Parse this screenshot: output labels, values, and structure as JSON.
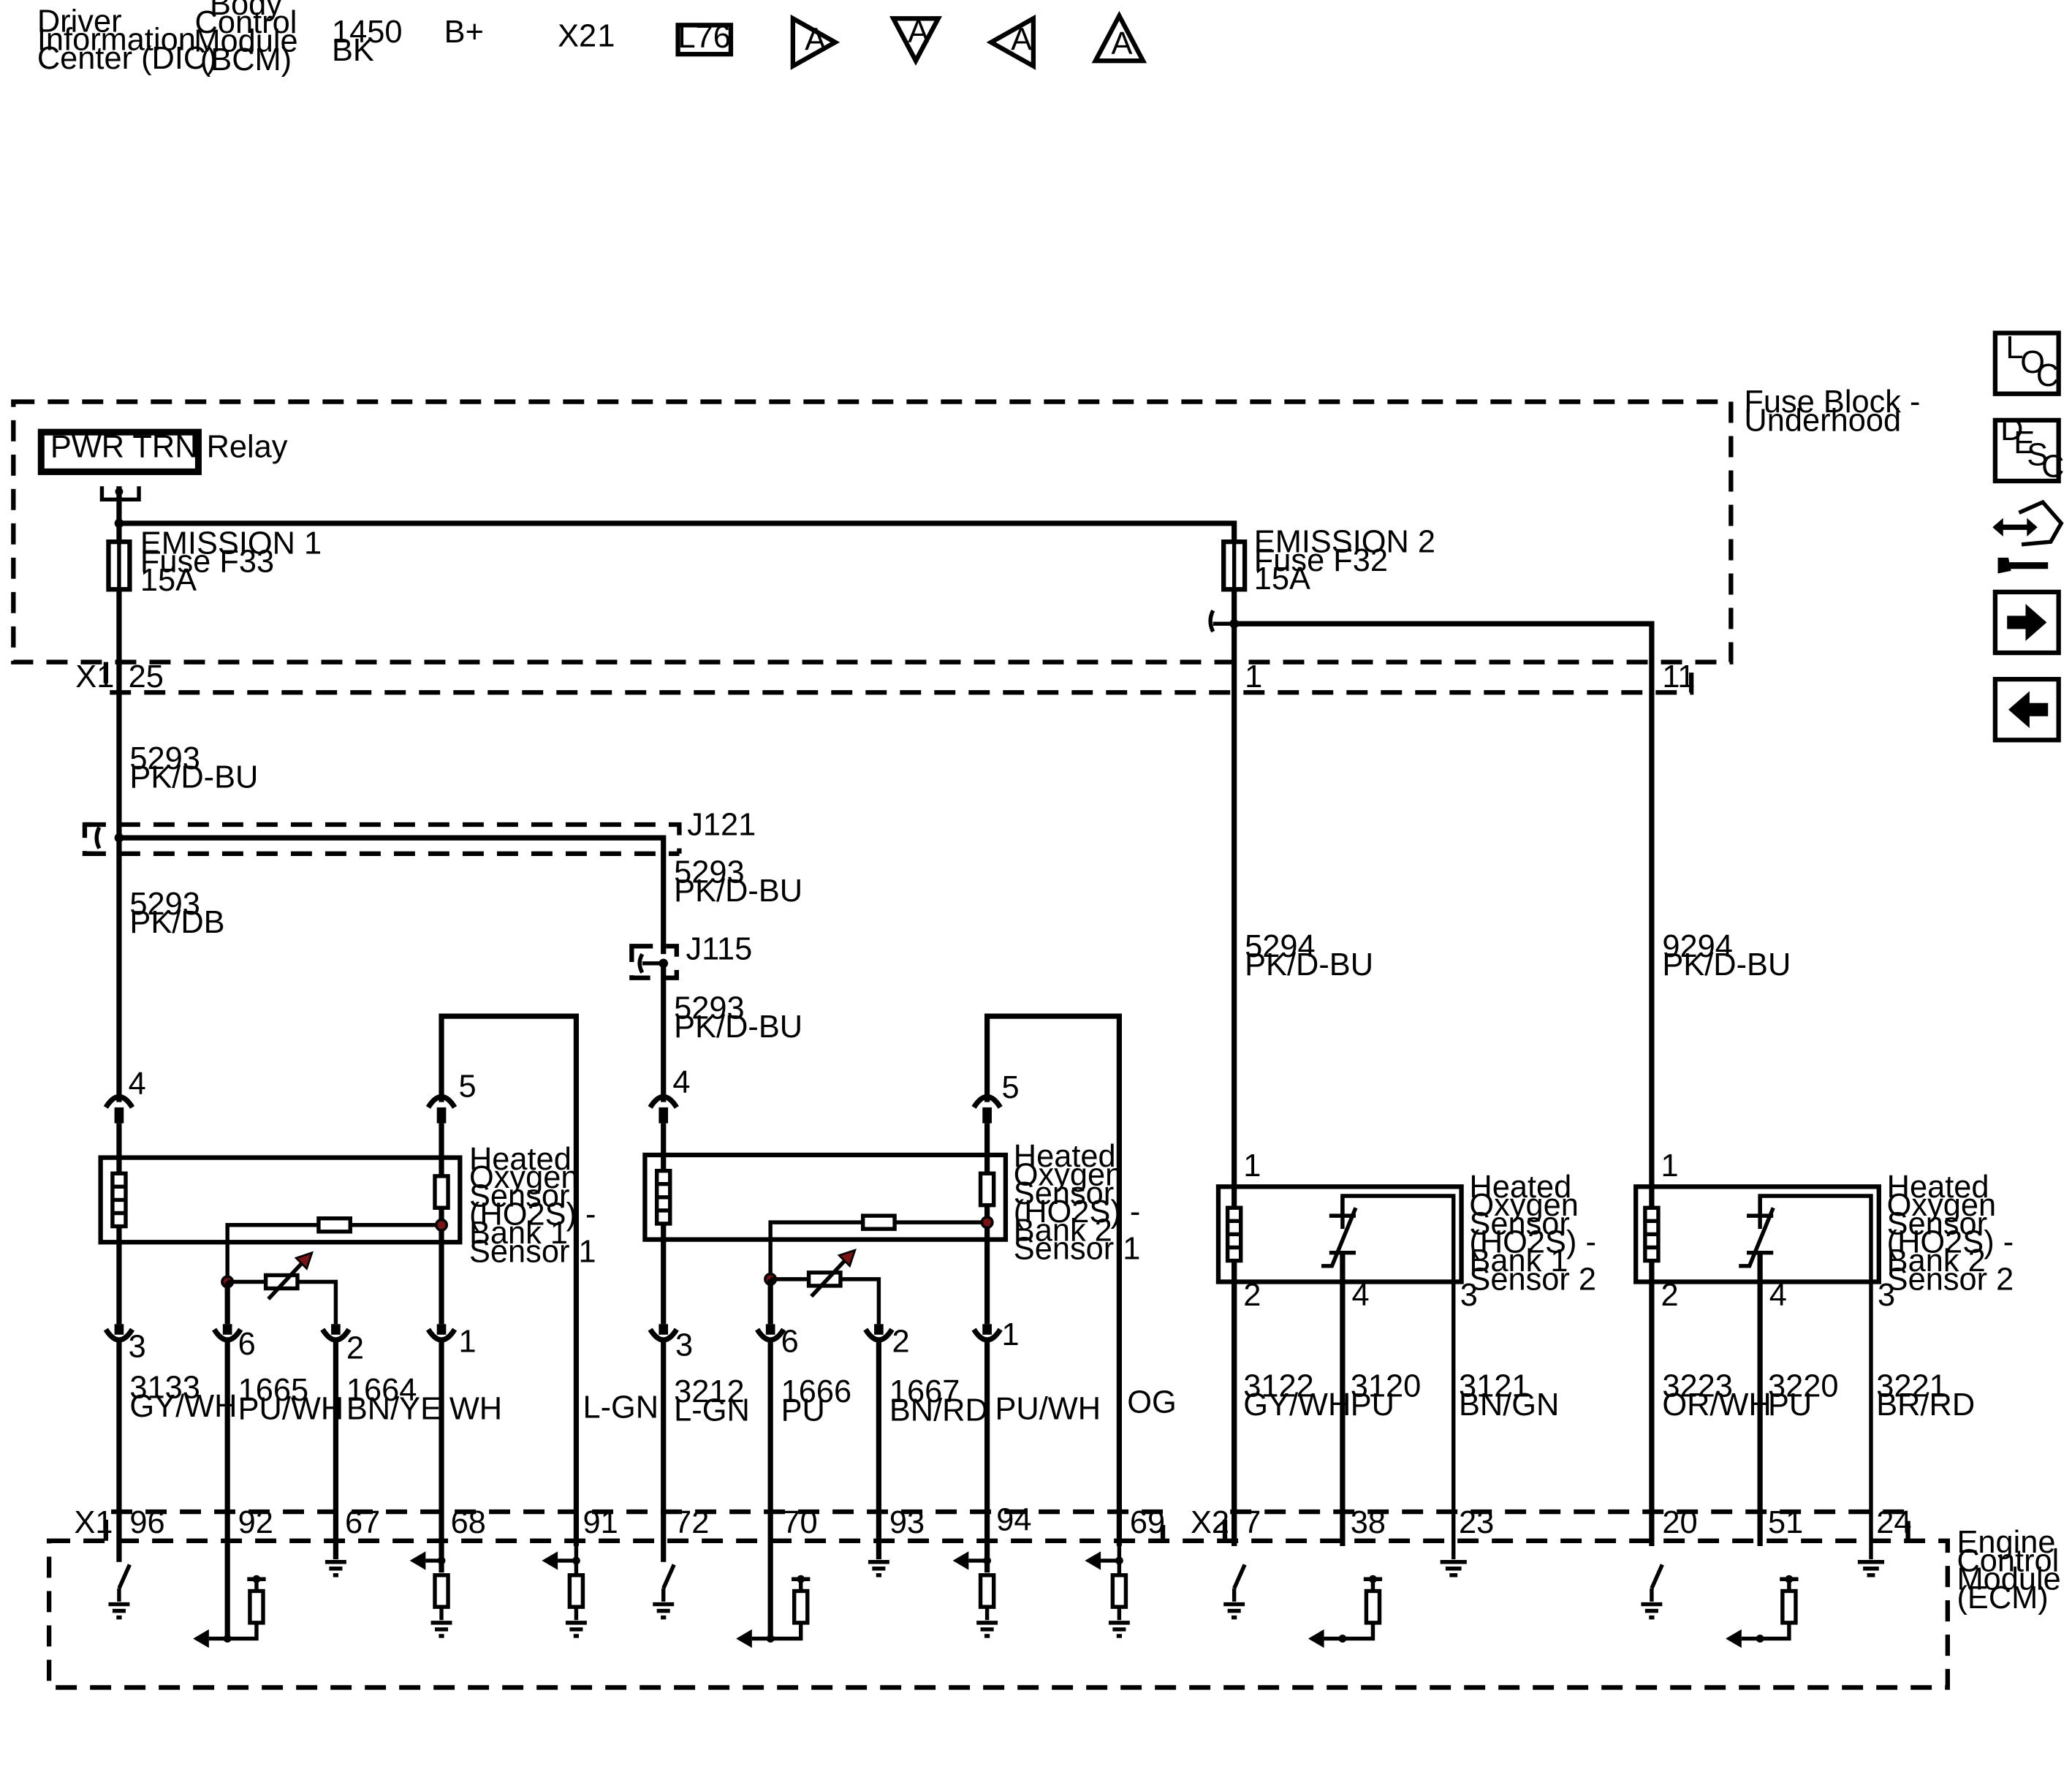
{
  "legend": {
    "dic": [
      "Driver",
      "Information",
      "Center (DIC)"
    ],
    "bcm": [
      "Body",
      "Control",
      "Module",
      "(BCM)"
    ],
    "circuit": [
      "1450",
      "BK"
    ],
    "bplus": "B+",
    "connector_pin": [
      "X2",
      "1"
    ],
    "option_code": "L76",
    "arrow_symbol_letter": "A"
  },
  "nav_buttons": {
    "loc": [
      "L",
      "O",
      "C"
    ],
    "desc": [
      "D",
      "E",
      "S",
      "C"
    ],
    "items": [
      "location-button",
      "description-button",
      "connector-service-button",
      "next-page-button",
      "previous-page-button"
    ]
  },
  "fuse_block": {
    "label": [
      "Fuse Block -",
      "Underhood"
    ],
    "relay": "PWR TRN Relay",
    "fuse1": [
      "EMISSION 1",
      "Fuse F33",
      "15A"
    ],
    "fuse2": [
      "EMISSION 2",
      "Fuse F32",
      "15A"
    ],
    "connector": "X1",
    "pins": [
      "25",
      "1",
      "11"
    ]
  },
  "wires": {
    "w5293_top": [
      "5293",
      "PK/D-BU"
    ],
    "splice_j121": "J121",
    "w5293_pkdb": [
      "5293",
      "PK/DB"
    ],
    "w5293_mid": [
      "5293",
      "PK/D-BU"
    ],
    "splice_j115": "J115",
    "w5293_low": [
      "5293",
      "PK/D-BU"
    ],
    "w5294": [
      "5294",
      "PK/D-BU"
    ],
    "w9294": [
      "9294",
      "PK/D-BU"
    ]
  },
  "sensors": {
    "b1s1": {
      "label": [
        "Heated",
        "Oxygen",
        "Sensor",
        "(HO2S)  -",
        "Bank 1",
        "Sensor 1"
      ],
      "pins": [
        "4",
        "5",
        "3",
        "6",
        "2",
        "1"
      ]
    },
    "b2s1": {
      "label": [
        "Heated",
        "Oxygen",
        "Sensor",
        "(HO2S)  -",
        "Bank 2",
        "Sensor 1"
      ],
      "pins": [
        "4",
        "5",
        "3",
        "6",
        "2",
        "1"
      ]
    },
    "b1s2": {
      "label": [
        "Heated",
        "Oxygen",
        "Sensor",
        "(HO2S)  -",
        "Bank 1",
        "Sensor 2"
      ],
      "pins": [
        "1",
        "2",
        "4",
        "3"
      ]
    },
    "b2s2": {
      "label": [
        "Heated",
        "Oxygen",
        "Sensor",
        "(HO2S)  -",
        "Bank 2",
        "Sensor 2"
      ],
      "pins": [
        "1",
        "2",
        "4",
        "3"
      ]
    }
  },
  "circuits": [
    [
      "3133",
      "GY/WH"
    ],
    [
      "1665",
      "PU/WH"
    ],
    [
      "1664",
      "BN/YE"
    ],
    [
      "",
      "WH"
    ],
    [
      "",
      "L-GN"
    ],
    [
      "3212",
      "L-GN"
    ],
    [
      "1666",
      "PU"
    ],
    [
      "1667",
      "BN/RD"
    ],
    [
      "",
      "PU/WH"
    ],
    [
      "",
      "OG"
    ],
    [
      "3122",
      "GY/WH"
    ],
    [
      "3120",
      "PU"
    ],
    [
      "3121",
      "BN/GN"
    ],
    [
      "3223",
      "OR/WH"
    ],
    [
      "3220",
      "PU"
    ],
    [
      "3221",
      "BR/RD"
    ]
  ],
  "ecm": {
    "label": [
      "Engine",
      "Control",
      "Module",
      "(ECM)"
    ],
    "x1": "X1",
    "x2": "X2",
    "x1_pins": [
      "96",
      "92",
      "67",
      "68",
      "91",
      "72",
      "70",
      "93",
      "94",
      "69"
    ],
    "x2_pins": [
      "7",
      "38",
      "23",
      "20",
      "51",
      "24"
    ]
  }
}
